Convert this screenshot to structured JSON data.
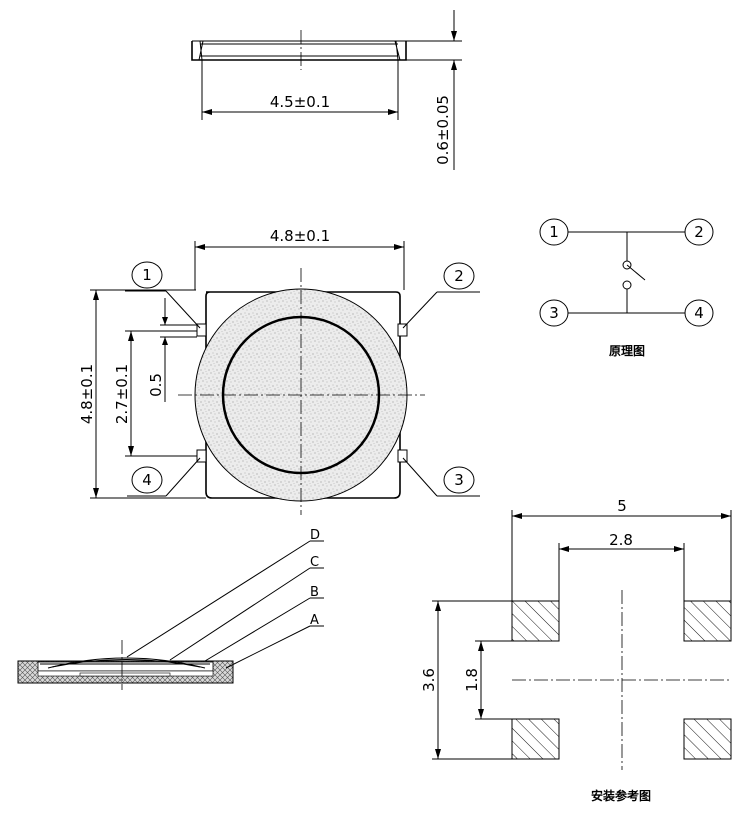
{
  "side_view": {
    "width_dim": "4.5±0.1",
    "height_dim": "0.6±0.05"
  },
  "top_view": {
    "width_dim": "4.8±0.1",
    "height_dim": "4.8±0.1",
    "pin_spacing_dim": "2.7±0.1",
    "pin_width_dim": "0.5",
    "pins": [
      "1",
      "2",
      "3",
      "4"
    ]
  },
  "schematic": {
    "pins": [
      "1",
      "2",
      "3",
      "4"
    ],
    "title": "原理图"
  },
  "cross_section": {
    "layers": [
      "D",
      "C",
      "B",
      "A"
    ]
  },
  "footprint": {
    "outer_width_dim": "5",
    "inner_width_dim": "2.8",
    "outer_height_dim": "3.6",
    "inner_height_dim": "1.8",
    "title": "安装参考图"
  }
}
